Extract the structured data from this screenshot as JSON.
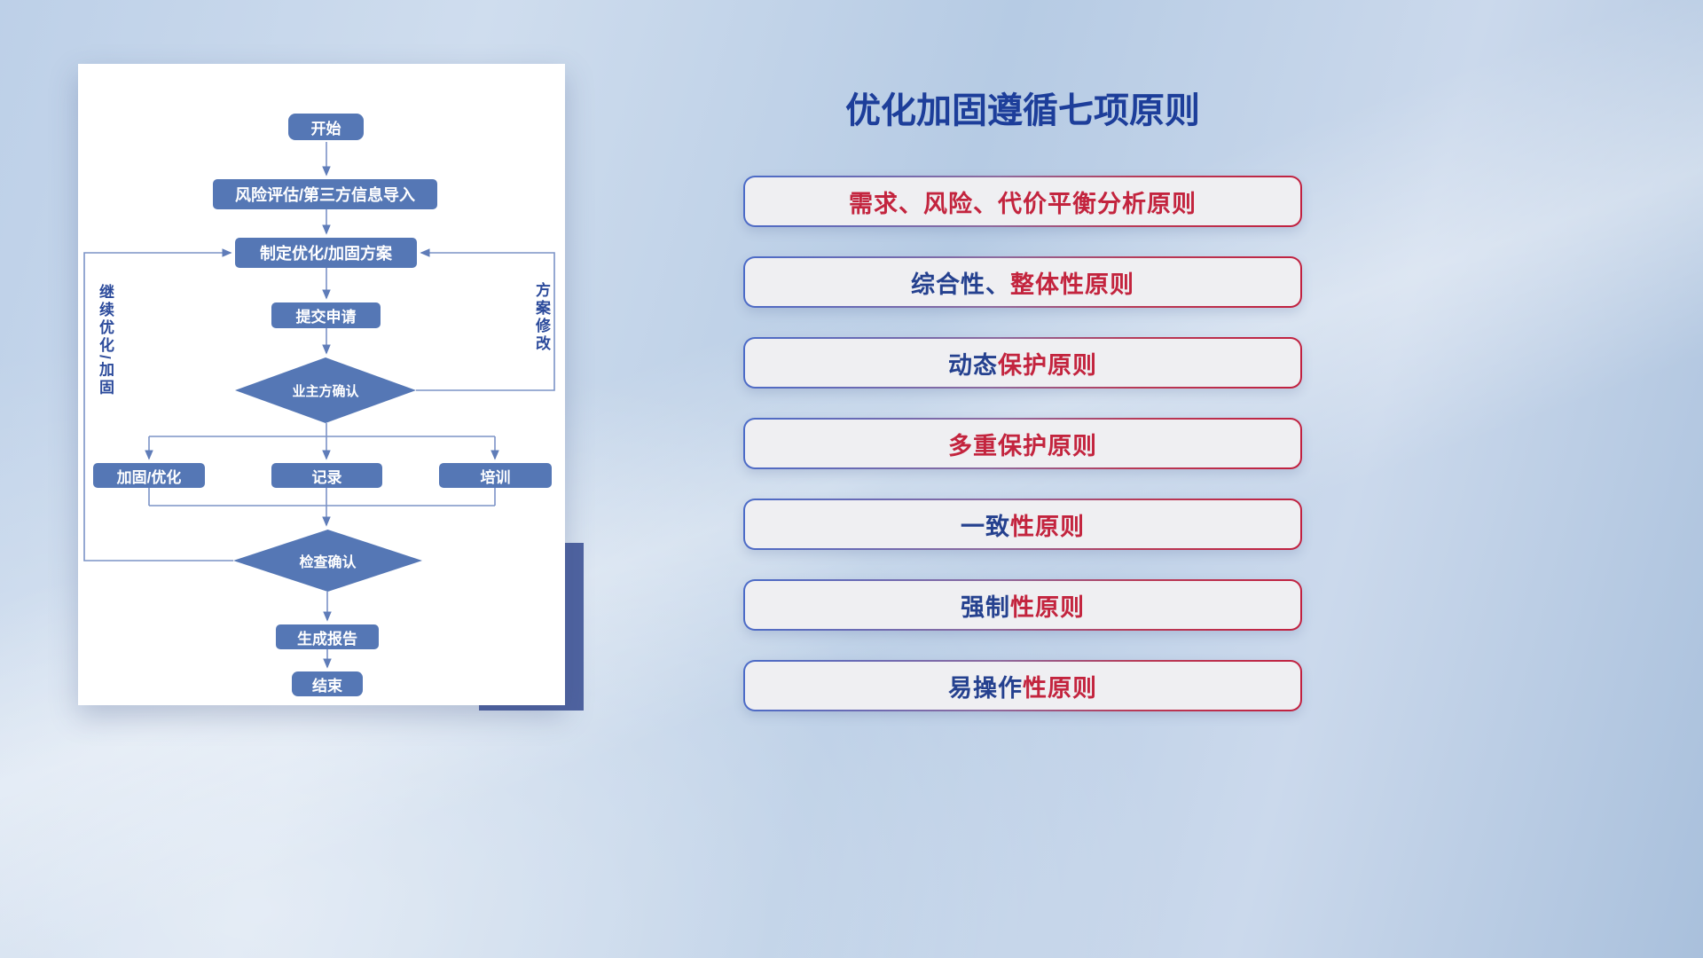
{
  "title": "优化加固遵循七项原则",
  "flowchart": {
    "nodes": {
      "start": "开始",
      "risk": "风险评估/第三方信息导入",
      "plan": "制定优化/加固方案",
      "submit": "提交申请",
      "owner_confirm": "业主方确认",
      "reinforce": "加固/优化",
      "record": "记录",
      "training": "培训",
      "check_confirm": "检查确认",
      "report": "生成报告",
      "end": "结束"
    },
    "edge_labels": {
      "continue_loop": "继续优化/加固",
      "modify_loop": "方案修改"
    }
  },
  "principles": [
    {
      "part1": "",
      "part2": "需求、风险、代价平衡分析原则"
    },
    {
      "part1": "综合性、",
      "part2": "整体性原则"
    },
    {
      "part1": "动态",
      "part2": "保护原则"
    },
    {
      "part1": "",
      "part2": "多重保护原则"
    },
    {
      "part1": "一致",
      "part2": "性原则"
    },
    {
      "part1": "强制",
      "part2": "性原则"
    },
    {
      "part1": "易操作",
      "part2": "性原则"
    }
  ],
  "colors": {
    "accent_navy": "#25418f",
    "accent_red": "#c3243e",
    "node_fill": "#5577b5",
    "connector": "#7b93c6"
  }
}
